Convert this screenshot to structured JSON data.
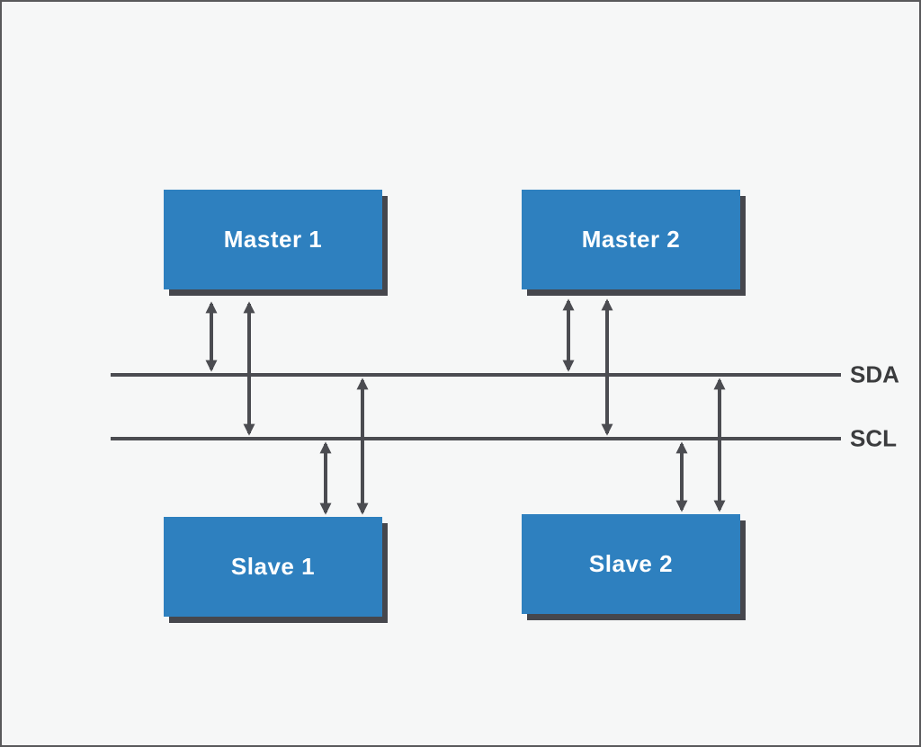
{
  "diagram": {
    "nodes": [
      {
        "id": "master1",
        "label": "Master 1"
      },
      {
        "id": "master2",
        "label": "Master 2"
      },
      {
        "id": "slave1",
        "label": "Slave 1"
      },
      {
        "id": "slave2",
        "label": "Slave 2"
      }
    ],
    "buses": [
      {
        "id": "sda",
        "label": "SDA"
      },
      {
        "id": "scl",
        "label": "SCL"
      }
    ]
  },
  "colors": {
    "bg": "#F6F7F7",
    "border": "#59595B",
    "node_fill": "#2E80BF",
    "node_shadow": "#46474D",
    "node_text": "#FFFFFF",
    "wire": "#4B4C51",
    "label": "#3B3C3E"
  }
}
